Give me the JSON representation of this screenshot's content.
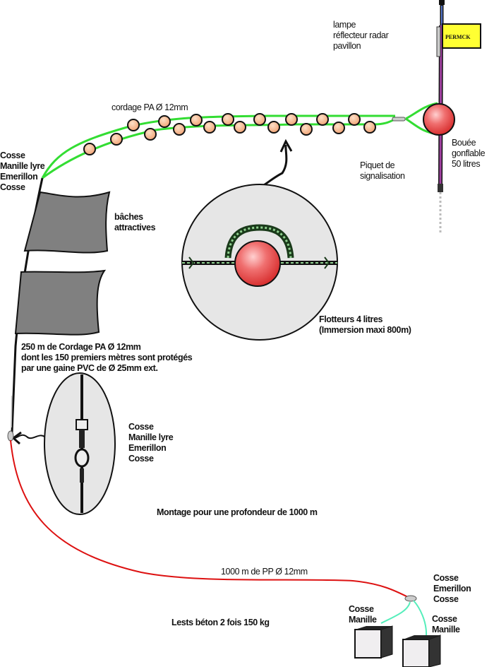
{
  "labels": {
    "top_equipment": [
      "lampe",
      "réflecteur radar",
      "pavillon"
    ],
    "flag_text": "PERMCK",
    "float_rope": "cordage PA Ø 12mm",
    "buoy": [
      "Bouée",
      "gonflable",
      "50 litres"
    ],
    "signal_post": [
      "Piquet de",
      "signalisation"
    ],
    "upper_connector": [
      "Cosse",
      "Manille lyre",
      "Emerillon",
      "Cosse"
    ],
    "tarps": [
      "bâches",
      "attractives"
    ],
    "floats": [
      "Flotteurs 4 litres",
      "(Immersion maxi 800m)"
    ],
    "main_rope": [
      "250 m de Cordage PA Ø 12mm",
      "dont les 150 premiers mètres sont protégés",
      "par une gaine PVC de Ø 25mm ext."
    ],
    "middle_connector": [
      "Cosse",
      "Manille lyre",
      "Emerillon",
      "Cosse"
    ],
    "title": "Montage pour une profondeur de 1000 m",
    "pp_rope": "1000 m de PP Ø 12mm",
    "bottom_connector": [
      "Cosse",
      "Emerillon",
      "Cosse"
    ],
    "left_weight_connector": [
      "Cosse",
      "Manille"
    ],
    "right_weight_connector": [
      "Cosse",
      "Manille"
    ],
    "weights": "Lests béton 2 fois 150 kg"
  },
  "colors": {
    "float_rope": "#33dd33",
    "float": "#f7b98a",
    "buoy": "#ee5a5a",
    "pole": "#9b3b9b",
    "flag": "#ffff33",
    "tarp": "#808080",
    "detail_bg": "#e6e6e6",
    "pp_rope": "#dd1111",
    "weight_rope": "#55eebb"
  }
}
